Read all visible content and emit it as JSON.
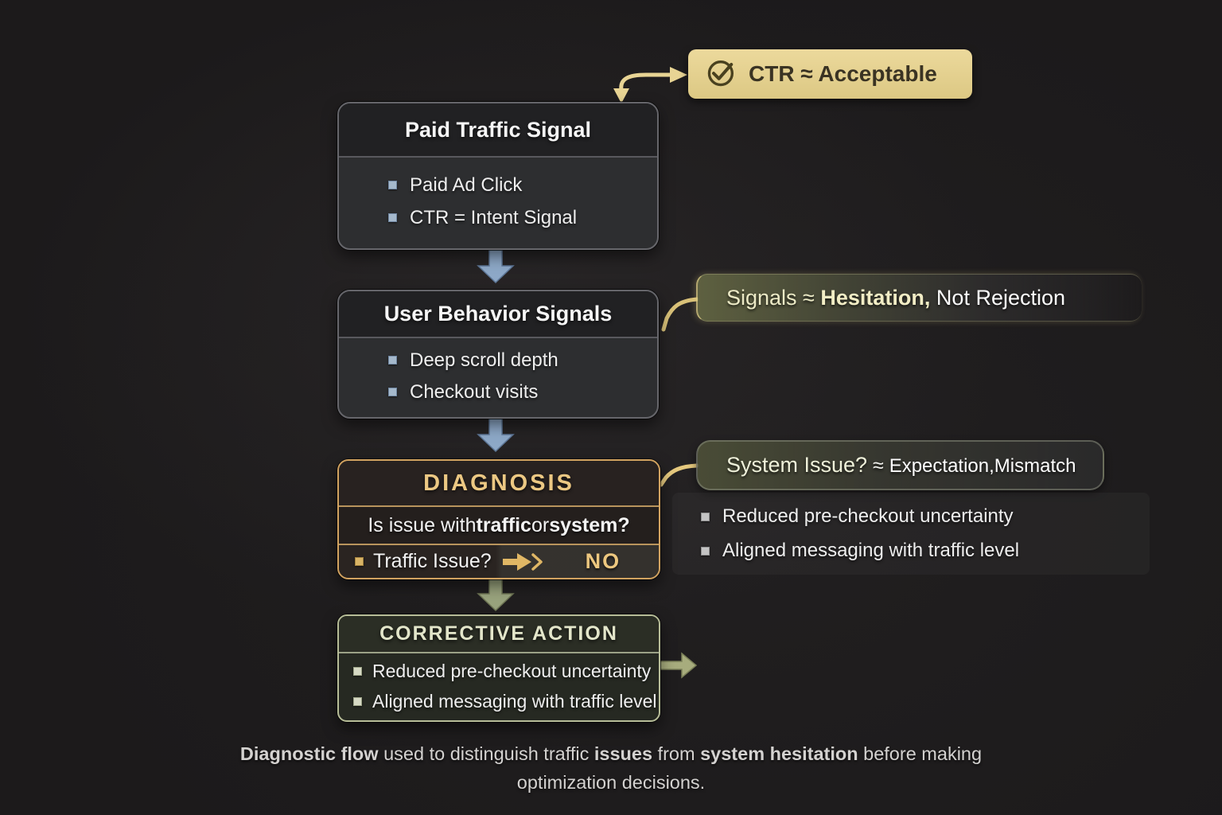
{
  "ctr_callout": {
    "label": "CTR ≈ Acceptable",
    "icon": "check-circle-icon"
  },
  "nodes": {
    "paid_traffic": {
      "title": "Paid Traffic Signal",
      "bullets": [
        "Paid Ad Click",
        "CTR = Intent Signal"
      ]
    },
    "user_behavior": {
      "title": "User Behavior Signals",
      "bullets": [
        "Deep scroll depth",
        "Checkout visits"
      ]
    },
    "diagnosis": {
      "title": "DIAGNOSIS",
      "question_segments": [
        {
          "text": "Is issue with "
        },
        {
          "text": "traffic",
          "bold": true
        },
        {
          "text": " or "
        },
        {
          "text": "system?",
          "bold": true
        }
      ],
      "decision": {
        "label": "Traffic Issue?",
        "answer": "NO"
      }
    },
    "corrective": {
      "title": "CORRECTIVE ACTION",
      "bullets": [
        "Reduced pre-checkout uncertainty",
        "Aligned messaging with traffic level"
      ]
    }
  },
  "signals_callout": {
    "segments": [
      {
        "text": "Signals ≈ ",
        "color": "#eceac6"
      },
      {
        "text": "Hesitation,",
        "bold": true,
        "color": "#f2edc5"
      },
      {
        "text": " Not Rejection",
        "color": "#fbfbfb"
      }
    ]
  },
  "system_callout": {
    "segments": [
      {
        "text": "System Issue?",
        "color": "#eef0d9"
      },
      {
        "text": " ≈ ",
        "color": "#f2f2ee",
        "size": 25
      },
      {
        "text": "Expectation,Mismatch",
        "color": "#fdfdfd",
        "size": 24
      }
    ],
    "bullets": [
      "Reduced pre-checkout uncertainty",
      "Aligned messaging with traffic level"
    ]
  },
  "caption": {
    "lines": [
      {
        "segments": [
          {
            "text": "Diagnostic flow",
            "bold": true
          },
          {
            "text": " used to distinguish traffic "
          },
          {
            "text": "issues",
            "bold": true
          },
          {
            "text": " from "
          },
          {
            "text": "system hesitation",
            "bold": true
          },
          {
            "text": " before making"
          }
        ]
      },
      {
        "segments": [
          {
            "text": "optimization decisions."
          }
        ]
      }
    ]
  },
  "colors": {
    "background": "#1c1a1b",
    "callout_cream": "#e7d596",
    "accent_gold": "#e0b765",
    "accent_blue": "#8da8c7",
    "accent_sage": "#99a37d",
    "diagnosis_border": "#d2a360",
    "corrective_border": "#b7bd98"
  }
}
